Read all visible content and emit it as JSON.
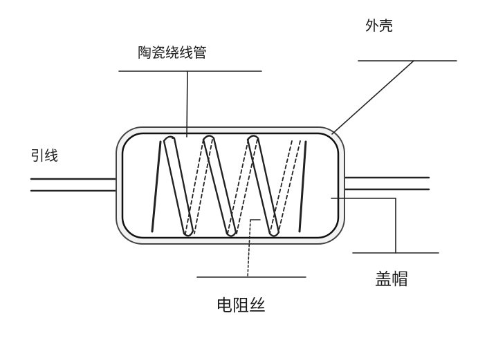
{
  "diagram": {
    "labels": {
      "shell": "外壳",
      "ceramic_tube": "陶瓷绕线管",
      "lead_wire": "引线",
      "end_cap": "盖帽",
      "resistance_wire": "电阻丝"
    }
  }
}
